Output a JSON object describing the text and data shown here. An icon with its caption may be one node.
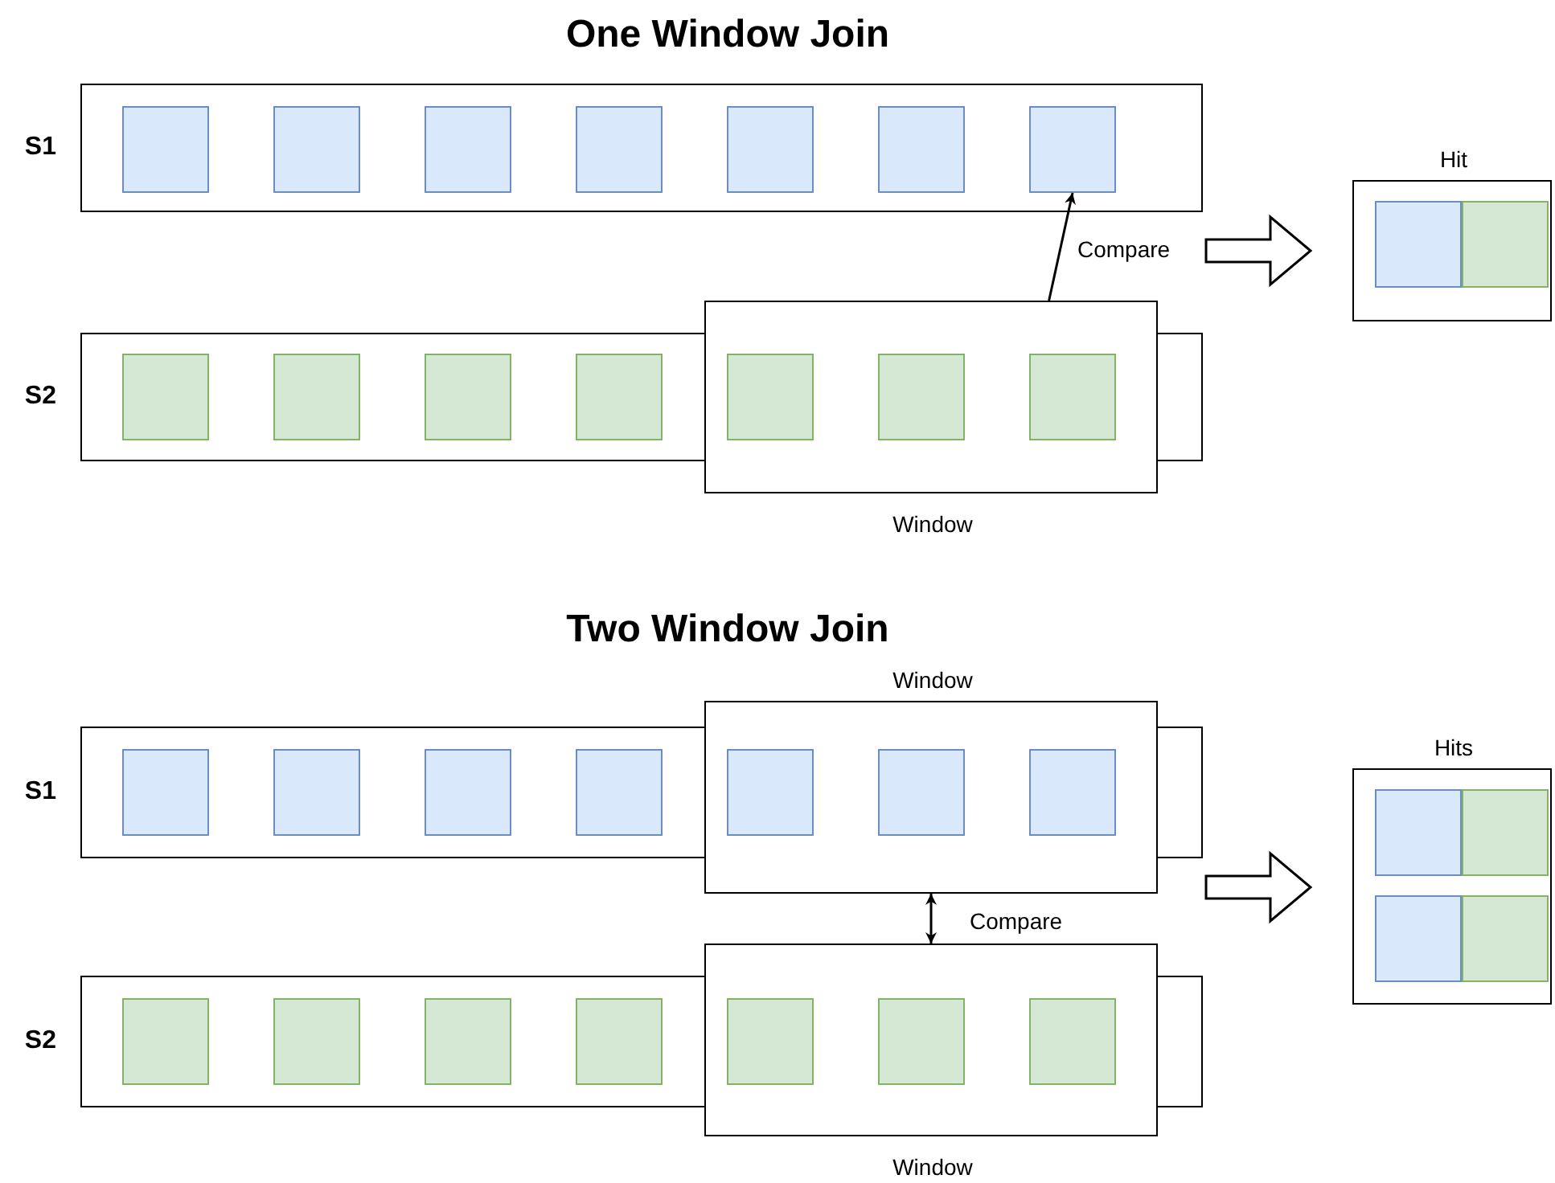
{
  "diagram": {
    "nodes": [
      {
        "text": [
          "S1"
        ]
      },
      {
        "text": [],
        "shape": "box",
        "in": 0
      },
      {
        "text": [],
        "shape": "box",
        "in": 0
      },
      {
        "text": [],
        "shape": "box",
        "in": 0
      },
      {
        "text": [],
        "shape": "box",
        "in": 0
      },
      {
        "text": [],
        "shape": "box",
        "in": 0
      },
      {
        "text": [],
        "shape": "box",
        "in": 0
      },
      {
        "text": [],
        "shape": "box",
        "in": 0
      },
      {
        "text": [
          "S2"
        ]
      },
      {
        "text": [],
        "shape": "box",
        "in": 8
      },
      {
        "text": [],
        "shape": "box",
        "in": 8
      },
      {
        "text": [],
        "shape": "box",
        "in": 8
      },
      {
        "text": [],
        "shape": "box",
        "in": 8
      },
      {
        "text": [
          "Window"
        ]
      },
      {
        "text": [],
        "shape": "box"
      },
      {
        "text": [],
        "shape": "box"
      },
      {
        "text": [],
        "shape": "box"
      },
      {
        "text": [
          "Hit"
        ]
      },
      {
        "text": [],
        "shape": "box",
        "in": 17
      },
      {
        "text": [],
        "shape": "box",
        "in": 17
      },
      {
        "text": [
          "S1"
        ]
      },
      {
        "text": [],
        "shape": "box",
        "in": 20
      },
      {
        "text": [],
        "shape": "box",
        "in": 20
      },
      {
        "text": [],
        "shape": "box",
        "in": 20
      },
      {
        "text": [],
        "shape": "box",
        "in": 20
      },
      {
        "text": [
          "Window"
        ]
      },
      {
        "text": [],
        "shape": "box"
      },
      {
        "text": [],
        "shape": "box"
      },
      {
        "text": [],
        "shape": "box"
      },
      {
        "text": [
          "S2"
        ]
      },
      {
        "text": [],
        "shape": "box",
        "in": 29
      },
      {
        "text": [],
        "shape": "box",
        "in": 29
      },
      {
        "text": [],
        "shape": "box",
        "in": 29
      },
      {
        "text": [],
        "shape": "box",
        "in": 29
      },
      {
        "text": [
          "Window"
        ]
      },
      {
        "text": [],
        "shape": "box"
      },
      {
        "text": [],
        "shape": "box"
      },
      {
        "text": [],
        "shape": "box"
      },
      {
        "text": [
          "Hits"
        ]
      },
      {
        "text": [],
        "shape": "box",
        "in": 38
      },
      {
        "text": [],
        "shape": "box",
        "in": 38
      },
      {
        "text": [],
        "shape": "box",
        "in": 38
      },
      {
        "text": [],
        "shape": "box",
        "in": 38
      }
    ],
    "edges": [
      {
        "from": 13,
        "to": 7,
        "arrow": "to",
        "label": "Compare"
      },
      {
        "from": null,
        "to": 17,
        "arrow": "to",
        "style": "thick"
      },
      {
        "from": 25,
        "to": 34,
        "arrow": "both",
        "label": "Compare"
      },
      {
        "from": null,
        "to": 38,
        "arrow": "to",
        "style": "thick"
      }
    ],
    "labels": [
      "One Window Join",
      "Two Window Join"
    ]
  }
}
